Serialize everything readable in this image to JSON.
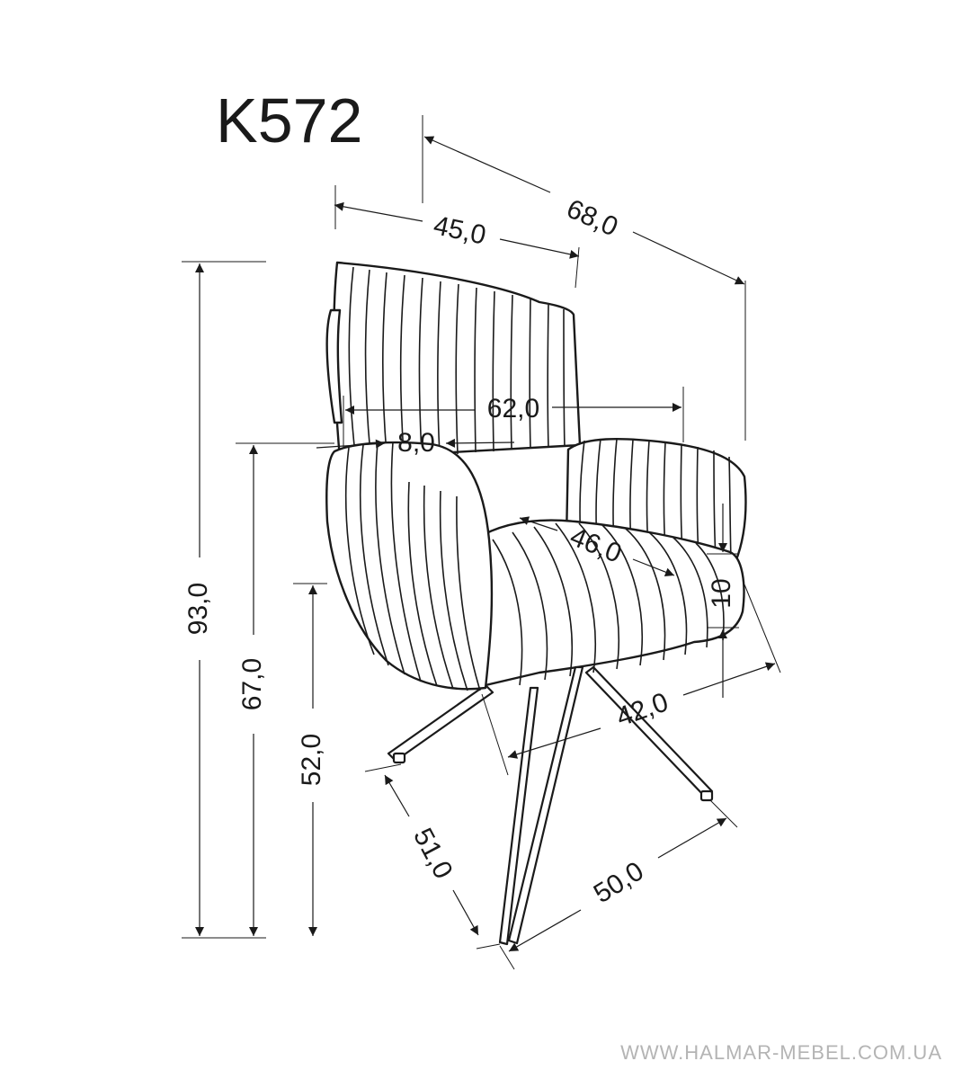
{
  "title": "K572",
  "dimensions": {
    "depth_total": "68,0",
    "back_width": "45,0",
    "height_total": "93,0",
    "armrest_height": "67,0",
    "seat_height": "52,0",
    "width_total": "62,0",
    "armrest_width": "8,0",
    "seat_width": "46,0",
    "seat_thickness": "10",
    "seat_depth": "42,0",
    "base_left": "51,0",
    "base_right": "50,0"
  },
  "website": "WWW.HALMAR-MEBEL.COM.UA",
  "colors": {
    "line": "#1a1a1a",
    "watermark": "#b4b4b4",
    "background": "#ffffff"
  }
}
